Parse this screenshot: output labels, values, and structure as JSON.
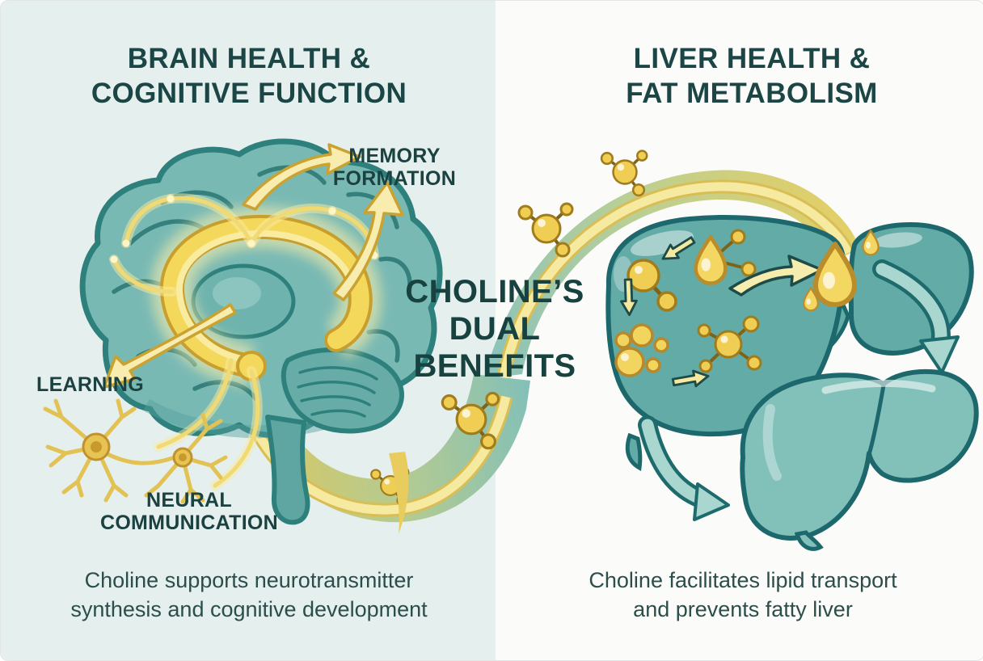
{
  "center": {
    "line1": "CHOLINE’S",
    "line2": "DUAL",
    "line3": "BENEFITS"
  },
  "left_panel": {
    "title_line1": "BRAIN HEALTH &",
    "title_line2": "COGNITIVE FUNCTION",
    "label_memory_line1": "MEMORY",
    "label_memory_line2": "FORMATION",
    "label_learning": "LEARNING",
    "label_neural_line1": "NEURAL",
    "label_neural_line2": "COMMUNICATION",
    "caption_line1": "Choline supports neurotransmitter",
    "caption_line2": "synthesis and cognitive development"
  },
  "right_panel": {
    "title_line1": "LIVER HEALTH &",
    "title_line2": "FAT METABOLISM",
    "caption_line1": "Choline facilitates lipid transport",
    "caption_line2": "and prevents fatty liver"
  },
  "illustrations": [
    "brain-with-glowing-limbic-system",
    "neural-pathway-strands",
    "neuron-pair",
    "choline-molecules",
    "cycle-arc-top",
    "cycle-arc-bottom",
    "fatty-liver-with-lipid-droplets",
    "healthy-liver",
    "lipid-transport-arrows"
  ],
  "colors": {
    "background_left": "#e4efee",
    "background_right": "#fbfcfa",
    "heading_teal": "#1b4645",
    "caption_teal": "#2c4e4b",
    "brain_teal": "#79b9b4",
    "outline_teal": "#2e807d",
    "liver_teal": "#62aba7",
    "liver_light_teal": "#82c1ba",
    "teal_arrow": "#a9d6cf",
    "accent_yellow": "#f2d95f",
    "yellow_outline": "#c0912d",
    "pale_arrow_yellow": "#f8ecaf"
  }
}
